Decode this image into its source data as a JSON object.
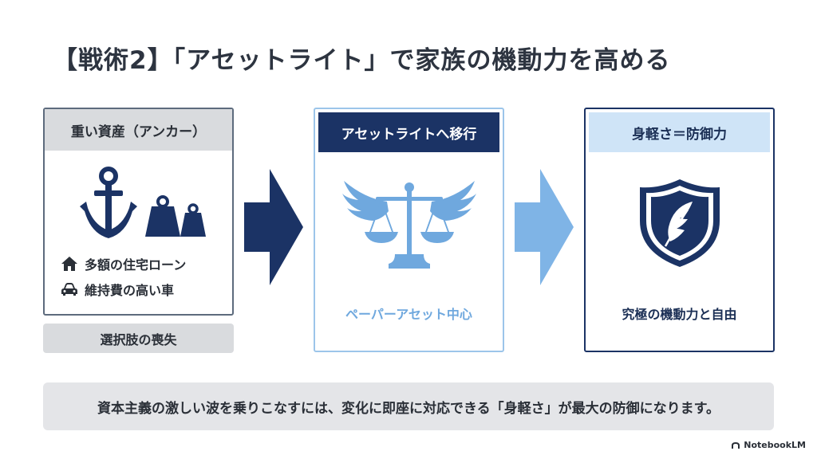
{
  "title": "【戦術2】「アセットライト」で家族の機動力を高める",
  "cards": [
    {
      "heading": "重い資産（アンカー）",
      "items": [
        {
          "icon": "house-icon",
          "label": "多額の住宅ローン"
        },
        {
          "icon": "car-icon",
          "label": "維持費の高い車"
        }
      ],
      "footnote": "選択肢の喪失"
    },
    {
      "heading": "アセットライトへ移行",
      "caption": "ペーパーアセット中心"
    },
    {
      "heading": "身軽さ＝防御力",
      "caption": "究極の機動力と自由"
    }
  ],
  "footer": "資本主義の激しい波を乗りこなすには、変化に即座に対応できる「身軽さ」が最大の防御になります。",
  "brand": "NotebookLM",
  "colors": {
    "navy": "#1b3365",
    "light_blue": "#7fb4e6",
    "gray": "#d9dbde"
  }
}
